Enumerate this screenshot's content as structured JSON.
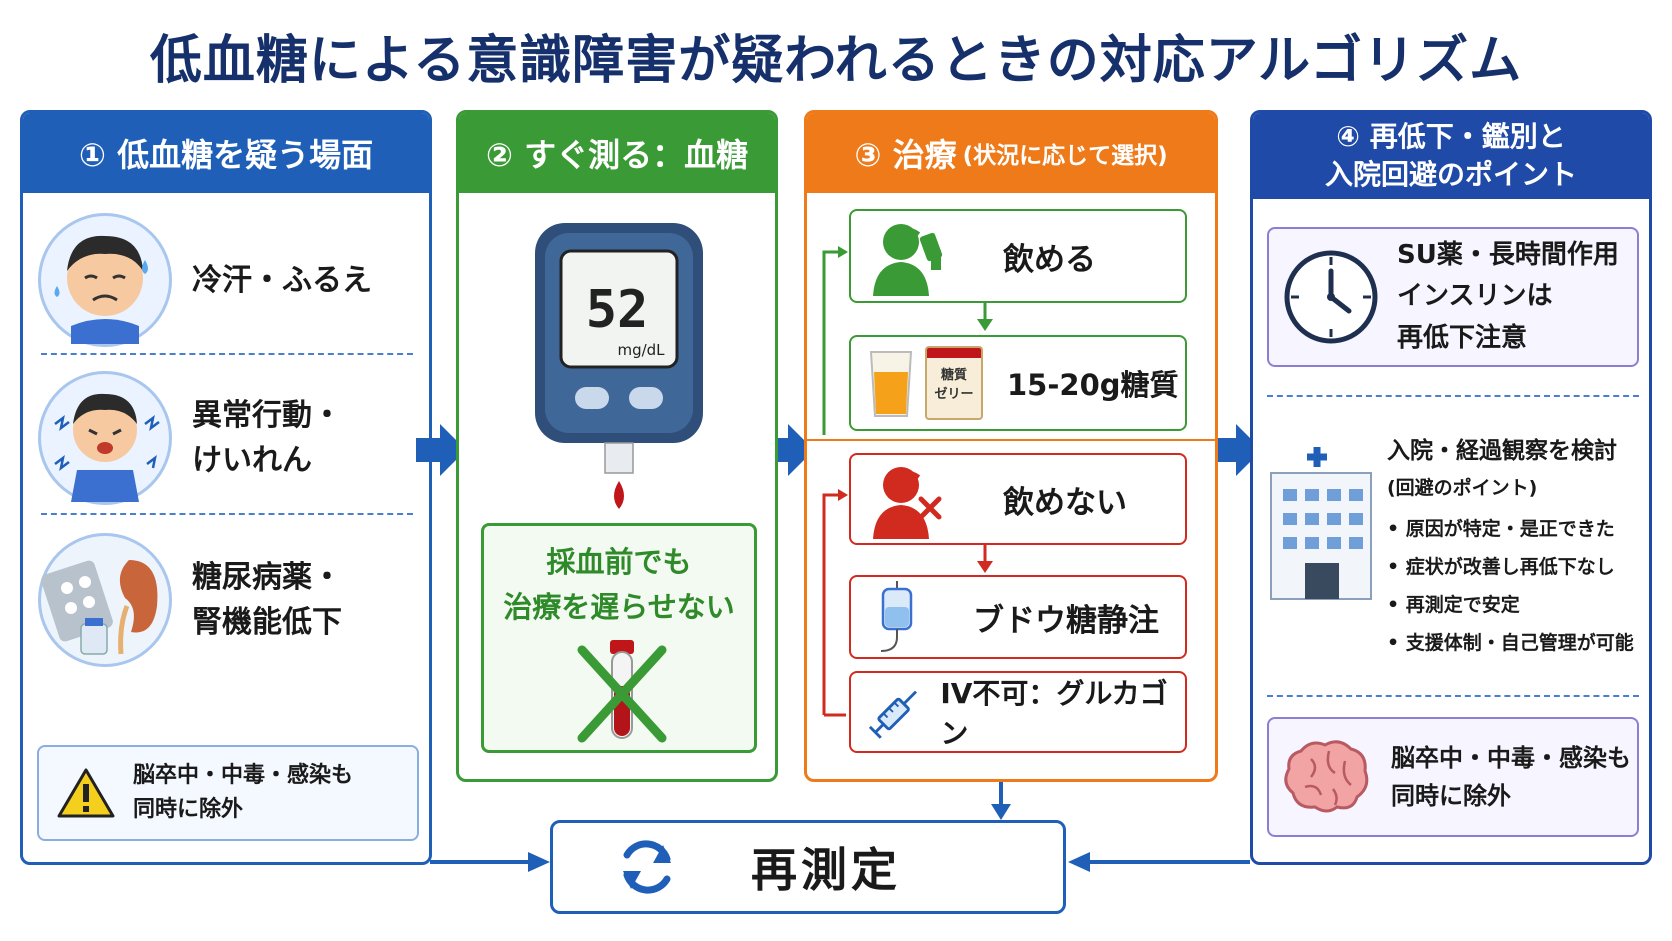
{
  "title": "低血糖による意識障害が疑われるときの対応アルゴリズム",
  "panel1": {
    "header": "① 低血糖を疑う場面",
    "items": [
      {
        "line1": "冷汗・ふるえ",
        "line2": ""
      },
      {
        "line1": "異常行動・",
        "line2": "けいれん"
      },
      {
        "line1": "糖尿病薬・",
        "line2": "腎機能低下"
      }
    ],
    "warning": {
      "line1": "脳卒中・中毒・感染も",
      "line2": "同時に除外"
    }
  },
  "panel2": {
    "header": "② すぐ測る：血糖",
    "meter_value": "52",
    "meter_unit": "mg/dL",
    "note": {
      "line1": "採血前でも",
      "line2": "治療を遅らせない"
    }
  },
  "panel3": {
    "header": "③ 治療",
    "header_small": "(状況に応じて選択)",
    "can_drink": "飲める",
    "carb": "15-20g糖質",
    "jelly_label_1": "糖質",
    "jelly_label_2": "ゼリー",
    "cannot_drink": "飲めない",
    "iv": "ブドウ糖静注",
    "glucagon": "IV不可：グルカゴン"
  },
  "panel4": {
    "header_line1": "④ 再低下・鑑別と",
    "header_line2": "入院回避のポイント",
    "su": {
      "line1": "SU薬・長時間作用",
      "line2": "インスリンは",
      "line3": "再低下注意"
    },
    "admission": {
      "title": "入院・経過観察を検討",
      "subtitle": "(回避のポイント)",
      "bullets": [
        "原因が特定・是正できた",
        "症状が改善し再低下なし",
        "再測定で安定",
        "支援体制・自己管理が可能"
      ]
    },
    "brain": {
      "line1": "脳卒中・中毒・感染も",
      "line2": "同時に除外"
    }
  },
  "remeasure": "再測定",
  "colors": {
    "blue": "#1f5fb8",
    "green": "#3a9a35",
    "orange": "#ef7a1a",
    "red": "#d12b1f",
    "navy": "#16306b"
  }
}
